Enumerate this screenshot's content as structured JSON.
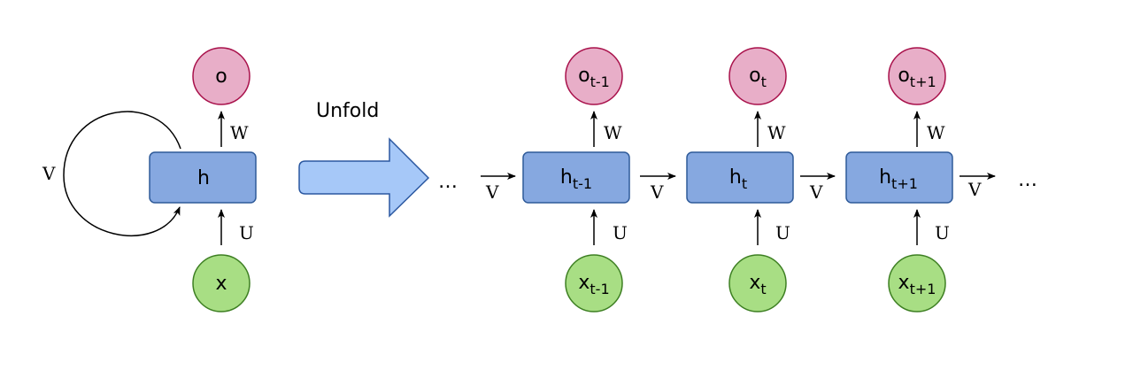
{
  "folded": {
    "h": "h",
    "o": "o",
    "x": "x",
    "w": "W",
    "u": "U",
    "v": "V"
  },
  "unfold_label": "Unfold",
  "ellipsis": "…",
  "steps": [
    {
      "h": "h",
      "h_sub": "t-1",
      "o": "o",
      "o_sub": "t-1",
      "x": "x",
      "x_sub": "t-1",
      "w": "W",
      "u": "U",
      "v": "V"
    },
    {
      "h": "h",
      "h_sub": "t",
      "o": "o",
      "o_sub": "t",
      "x": "x",
      "x_sub": "t",
      "w": "W",
      "u": "U",
      "v": "V"
    },
    {
      "h": "h",
      "h_sub": "t+1",
      "o": "o",
      "o_sub": "t+1",
      "x": "x",
      "x_sub": "t+1",
      "w": "W",
      "u": "U",
      "v": "V"
    }
  ],
  "trailing_v": "V",
  "colors": {
    "hidden_fill": "#86a8e0",
    "hidden_stroke": "#2e5a99",
    "output_fill": "#e8aec8",
    "output_stroke": "#a8104a",
    "input_fill": "#a8de84",
    "input_stroke": "#3d7f22",
    "arrow_fill": "#a6c8f8",
    "arrow_stroke": "#2a57a0"
  }
}
